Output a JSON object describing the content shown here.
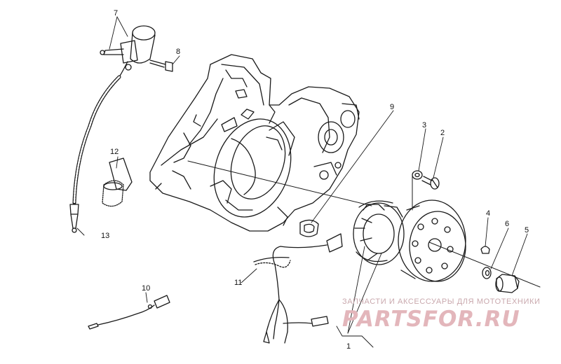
{
  "callouts": [
    {
      "id": "1",
      "text": "1"
    },
    {
      "id": "2",
      "text": "2"
    },
    {
      "id": "3",
      "text": "3"
    },
    {
      "id": "4",
      "text": "4"
    },
    {
      "id": "5",
      "text": "5"
    },
    {
      "id": "6",
      "text": "6"
    },
    {
      "id": "7",
      "text": "7"
    },
    {
      "id": "8",
      "text": "8"
    },
    {
      "id": "9",
      "text": "9"
    },
    {
      "id": "10",
      "text": "10"
    },
    {
      "id": "11",
      "text": "11"
    },
    {
      "id": "12",
      "text": "12"
    },
    {
      "id": "13",
      "text": "13"
    }
  ],
  "watermark": {
    "tagline": "ЗАПЧАСТИ И АКСЕССУАРЫ ДЛЯ МОТОТЕХНИКИ",
    "logo": "PARTSFOR.RU",
    "color": "#e3b6bb"
  }
}
